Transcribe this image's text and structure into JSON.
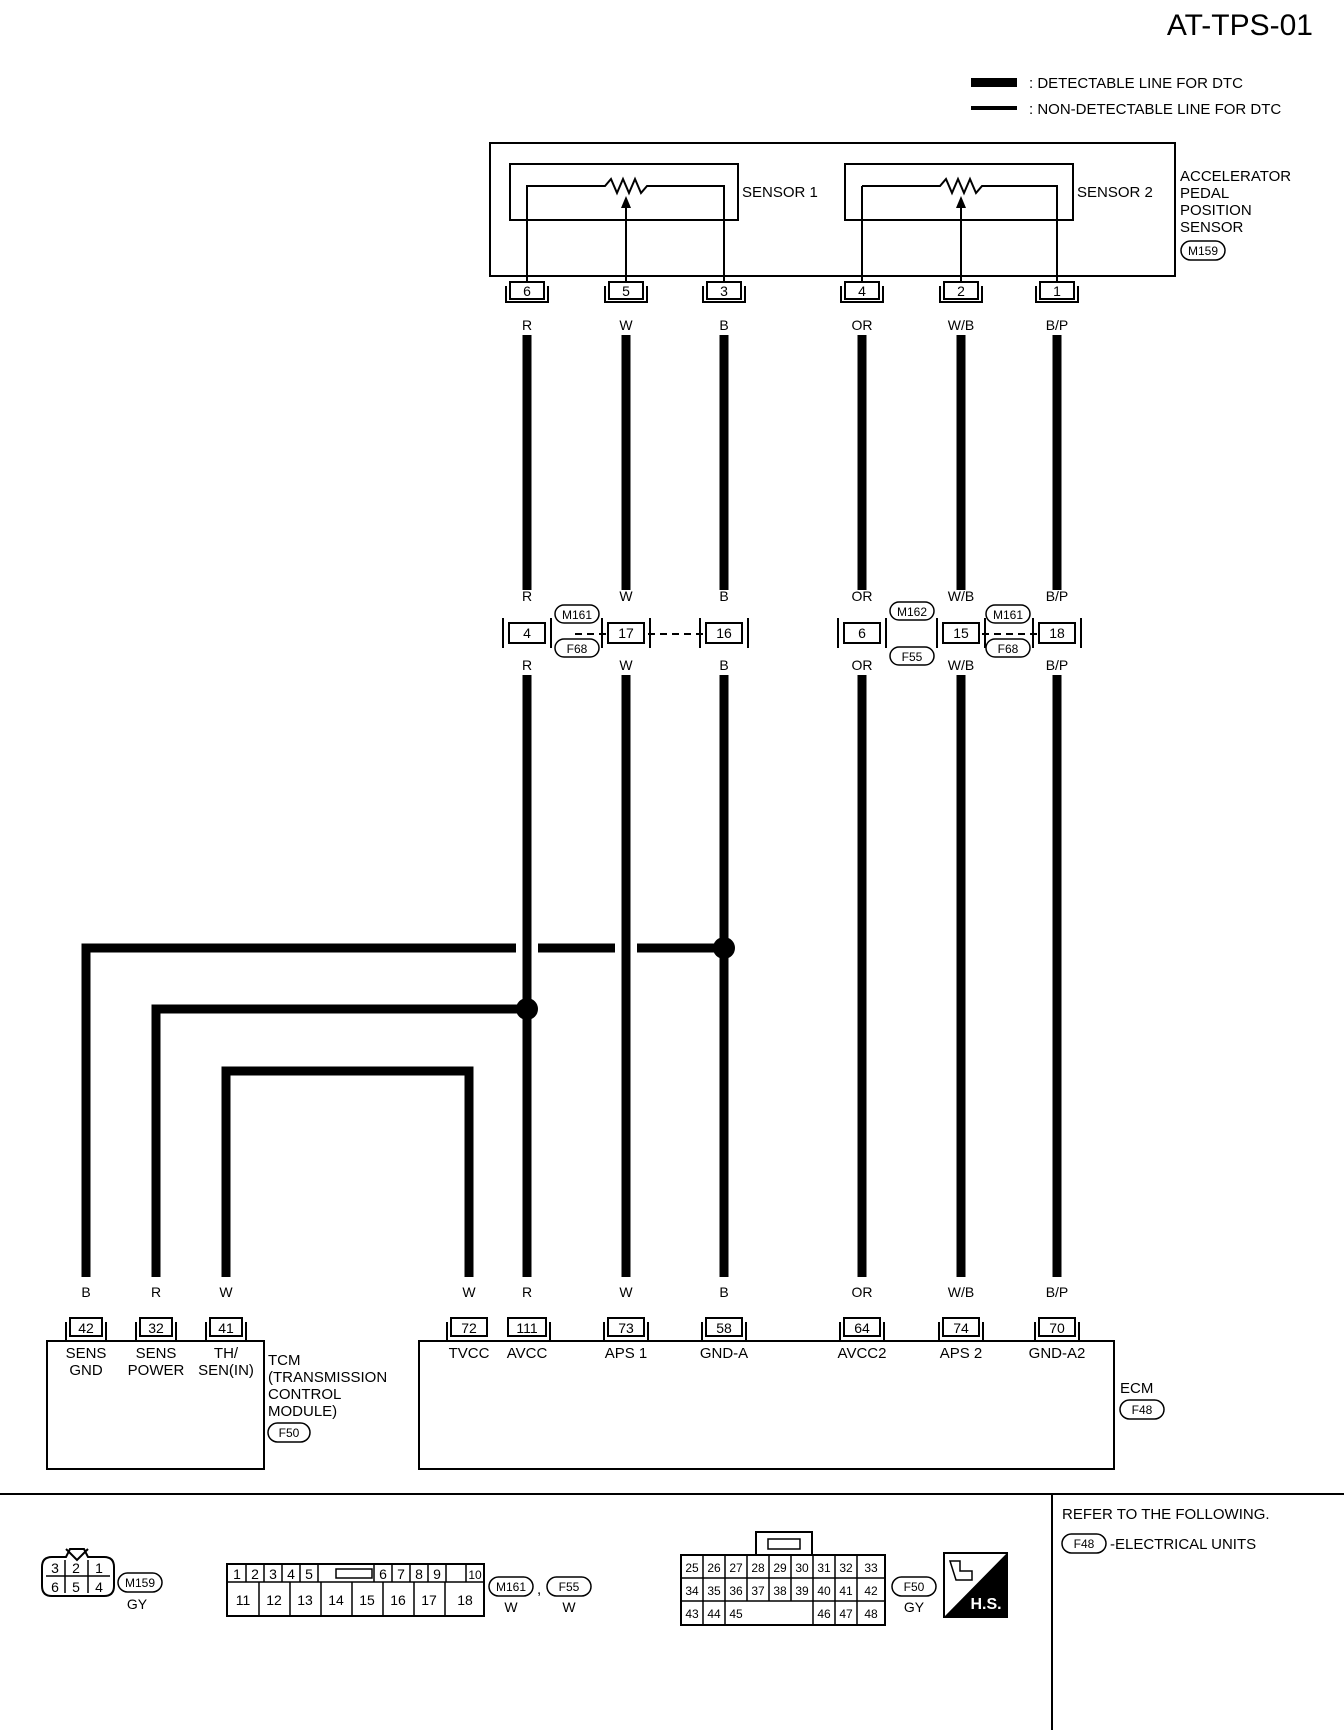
{
  "diagram_id": "AT-TPS-01",
  "legend": {
    "detectable": ": DETECTABLE LINE FOR DTC",
    "non_detectable": ": NON-DETECTABLE LINE FOR DTC"
  },
  "apps": {
    "name_lines": [
      "ACCELERATOR",
      "PEDAL",
      "POSITION",
      "SENSOR"
    ],
    "connector": "M159",
    "sensor1": "SENSOR 1",
    "sensor2": "SENSOR 2",
    "pins": [
      "6",
      "5",
      "3",
      "4",
      "2",
      "1"
    ],
    "wire_colors": [
      "R",
      "W",
      "B",
      "OR",
      "W/B",
      "B/P"
    ]
  },
  "joint_connectors": {
    "pins": [
      "4",
      "17",
      "16",
      "6",
      "15",
      "18"
    ],
    "left_top": "M161",
    "left_bottom": "F68",
    "mid_top": "M162",
    "mid_bottom": "F55",
    "right_top": "M161",
    "right_bottom": "F68"
  },
  "tcm": {
    "name_lines": [
      "TCM",
      "(TRANSMISSION",
      "CONTROL",
      "MODULE)"
    ],
    "connector": "F50",
    "pins": [
      "42",
      "32",
      "41"
    ],
    "wire_colors": [
      "B",
      "R",
      "W"
    ],
    "terminal_lines": [
      [
        "SENS",
        "GND"
      ],
      [
        "SENS",
        "POWER"
      ],
      [
        "TH/",
        "SEN(IN)"
      ]
    ]
  },
  "ecm": {
    "name": "ECM",
    "connector": "F48",
    "pins": [
      "72",
      "111",
      "73",
      "58",
      "64",
      "74",
      "70"
    ],
    "wire_colors": [
      "W",
      "R",
      "W",
      "B",
      "OR",
      "W/B",
      "B/P"
    ],
    "terminals": [
      "TVCC",
      "AVCC",
      "APS 1",
      "GND-A",
      "AVCC2",
      "APS 2",
      "GND-A2"
    ]
  },
  "connector_views": {
    "m159": {
      "pins": [
        "3",
        "2",
        "1",
        "6",
        "5",
        "4"
      ],
      "name": "M159",
      "color": "GY"
    },
    "m161": {
      "top_pins": [
        "1",
        "2",
        "3",
        "4",
        "5",
        "6",
        "7",
        "8",
        "9",
        "10"
      ],
      "bottom_pins": [
        "11",
        "12",
        "13",
        "14",
        "15",
        "16",
        "17",
        "18"
      ],
      "name1": "M161",
      "sep": ",",
      "name2": "F55",
      "color1": "W",
      "color2": "W"
    },
    "f50": {
      "rows": [
        [
          "25",
          "26",
          "27",
          "28",
          "29",
          "30",
          "31",
          "32",
          "33"
        ],
        [
          "34",
          "35",
          "36",
          "37",
          "38",
          "39",
          "40",
          "41",
          "42"
        ],
        [
          "43",
          "44",
          "45",
          "",
          "",
          "",
          "46",
          "47",
          "48"
        ]
      ],
      "name": "F50",
      "color": "GY"
    },
    "hs": "H.S."
  },
  "refer": {
    "title": "REFER TO THE FOLLOWING.",
    "conn": "F48",
    "text": "-ELECTRICAL UNITS"
  }
}
